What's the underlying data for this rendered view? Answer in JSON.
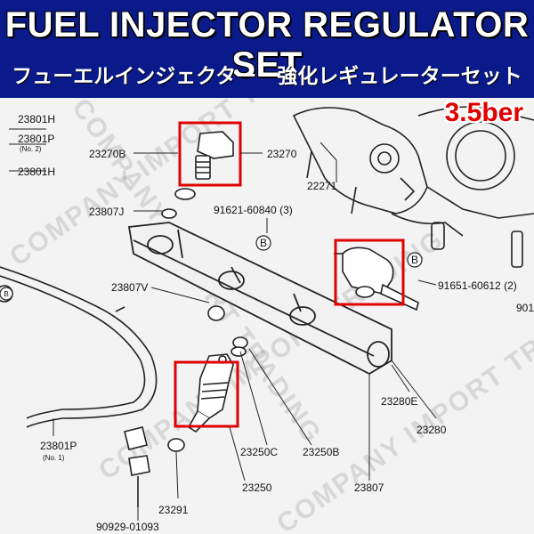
{
  "header": {
    "title": "FUEL INJECTOR REGULATOR SET",
    "subtitle": "フューエルインジェクター　強化レギュレーターセット",
    "pressure": "3.5ber",
    "accent_color": "#e00000",
    "banner_color": "#0a1a8a"
  },
  "watermark": {
    "text": "COMPANY IMPORT TRADING"
  },
  "labels": {
    "p23801H_top": "23801H",
    "p23801P_no2": "23801P",
    "p23801P_no2_sub": "(No. 2)",
    "p23801H_mid": "23801H",
    "p23270B": "23270B",
    "p23270": "23270",
    "p22271": "22271",
    "p23807J": "23807J",
    "p91621": "91621-60840 (3)",
    "circleB1": "B",
    "circleB2": "B",
    "circleB3": "B",
    "p91651": "91651-60612 (2)",
    "p901": "901",
    "p23807V": "23807V",
    "p23280E": "23280E",
    "p23280": "23280",
    "p23801P_no1": "23801P",
    "p23801P_no1_sub": "(No. 1)",
    "p23250C": "23250C",
    "p23250B": "23250B",
    "p23250": "23250",
    "p23807": "23807",
    "p23291": "23291",
    "p90929": "90929-01093"
  }
}
